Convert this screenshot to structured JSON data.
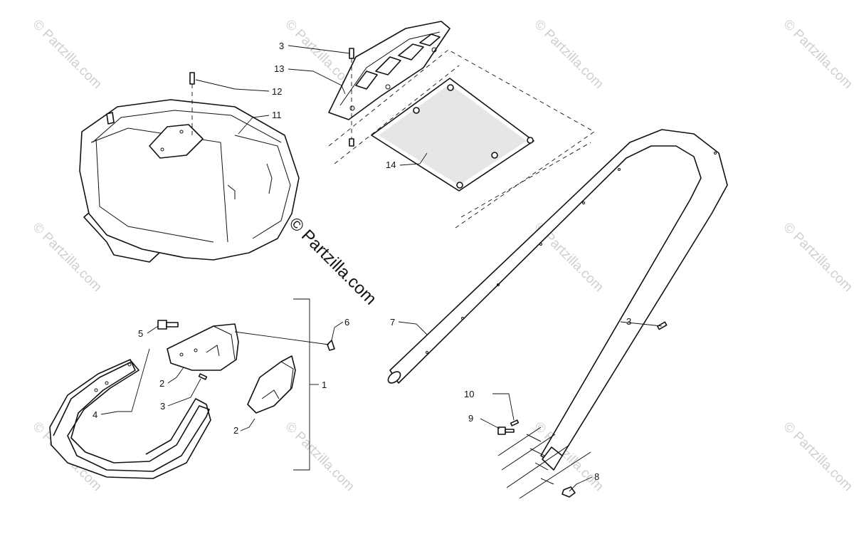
{
  "watermark": {
    "text": "© Partzilla.com",
    "main_text": "© Partzilla.com"
  },
  "callouts": {
    "c1": "1",
    "c2a": "2",
    "c2b": "2",
    "c3a": "3",
    "c3b": "3",
    "c3c": "3",
    "c4": "4",
    "c5": "5",
    "c6": "6",
    "c7": "7",
    "c8": "8",
    "c9": "9",
    "c10": "10",
    "c11": "11",
    "c12": "12",
    "c13": "13",
    "c14": "14"
  },
  "colors": {
    "ink": "#111111",
    "watermark": "#cfcfcf",
    "background": "#ffffff"
  }
}
